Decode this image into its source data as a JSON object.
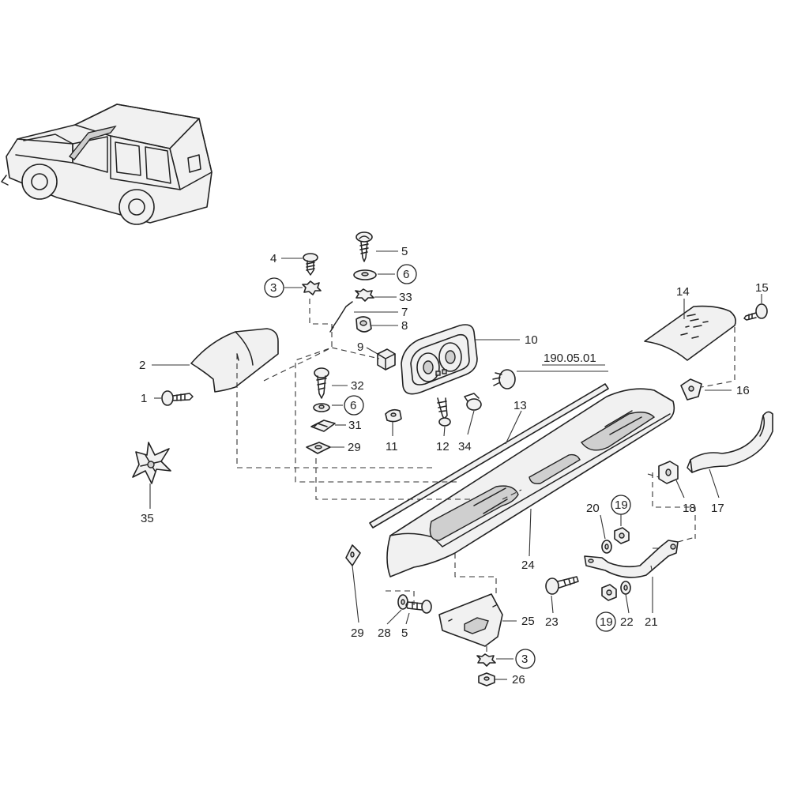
{
  "labels": {
    "l1": "1",
    "l2": "2",
    "l3a": "3",
    "l3b": "3",
    "l4": "4",
    "l5a": "5",
    "l5b": "5",
    "l6a": "6",
    "l6b": "6",
    "l7": "7",
    "l8": "8",
    "l9": "9",
    "l10": "10",
    "l11": "11",
    "l12": "12",
    "l13": "13",
    "l14": "14",
    "l15": "15",
    "l16": "16",
    "l17": "17",
    "l18": "18",
    "l19a": "19",
    "l19b": "19",
    "l20": "20",
    "l21": "21",
    "l22": "22",
    "l23": "23",
    "l24": "24",
    "l25": "25",
    "l26": "26",
    "l28": "28",
    "l29a": "29",
    "l29b": "29",
    "l31": "31",
    "l32": "32",
    "l33": "33",
    "l34": "34",
    "l35": "35",
    "ref": "190.05.01"
  }
}
